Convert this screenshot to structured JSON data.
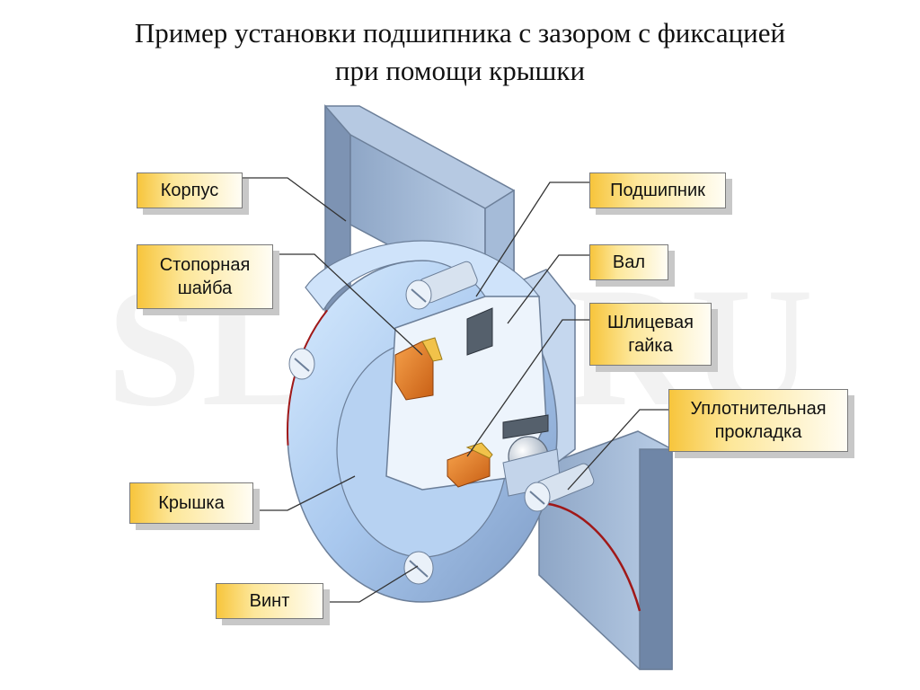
{
  "title": {
    "line1": "Пример установки подшипника с зазором с фиксацией",
    "line2": "при помощи крышки"
  },
  "watermark": "SL3D.RU",
  "labels": {
    "korpus": "Корпус",
    "stopornaya_shaiba": "Стопорная шайба",
    "kryshka": "Крышка",
    "vint": "Винт",
    "podshipnik": "Подшипник",
    "val": "Вал",
    "shlitsevaya_gaika": "Шлицевая гайка",
    "uplotnitelnaya_prokladka": "Уплотнительная прокладка"
  },
  "colors": {
    "label_fill": "#f7c53c",
    "metal": "#a9c3e3",
    "metal_dark": "#7d97b8",
    "washer": "#e8b23a",
    "nut": "#e07a2a",
    "gasket": "#a01818"
  }
}
